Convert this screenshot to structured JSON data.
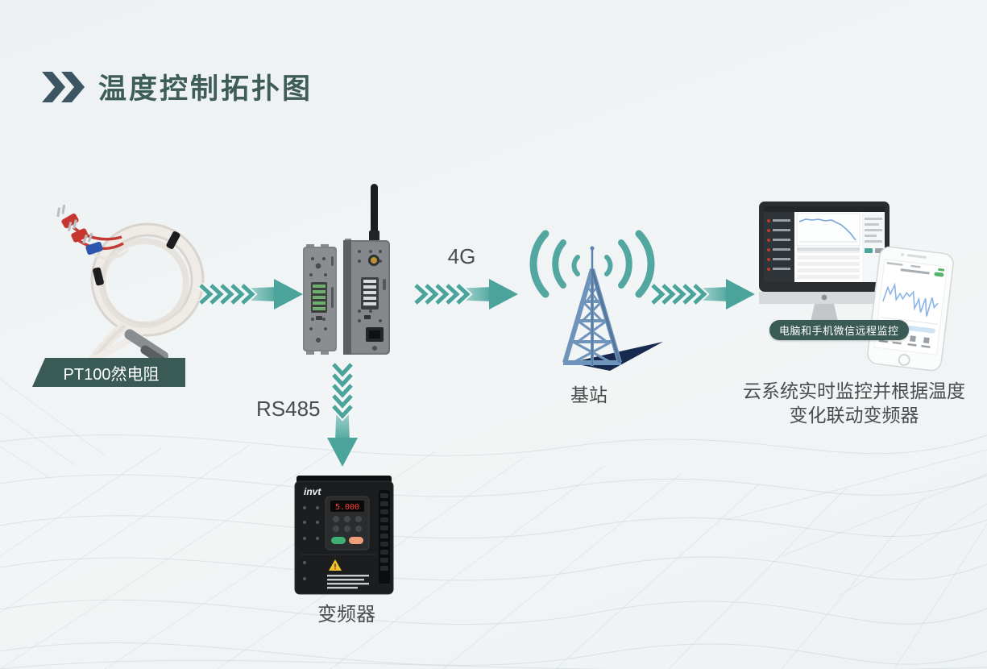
{
  "title": {
    "text": "温度控制拓扑图"
  },
  "flow": {
    "sensor_label": "PT100然电阻",
    "link_4g": "4G",
    "link_rs485": "RS485",
    "base_station_label": "基站",
    "inverter_label": "变频器",
    "monitor_badge": "电脑和手机微信远程监控",
    "caption_line1": "云系统实时监控并根据温度",
    "caption_line2": "变化联动变频器"
  },
  "inverter": {
    "brand": "invt",
    "display_value": "5.000"
  },
  "icons": {
    "title_marker": "double-chevron-right-icon",
    "arrows": "chevron-flow-arrow-icon",
    "base_station": "cell-tower-icon",
    "waves": "radio-waves-icon",
    "sensor": "pt100-sensor-image",
    "gateway": "rtu-gateway-image",
    "monitor": "imac-monitor-image",
    "phone": "iphone-image",
    "inverter": "vfd-inverter-image"
  },
  "colors": {
    "accent_teal": "#4BA49C",
    "dark_teal_label": "#3A5A56",
    "title_green": "#3E5D55",
    "chevron_slate": "#3D5560",
    "text_gray": "#4A4B4D",
    "tower_blue": "#6F94BB",
    "tower_shadow_navy": "#17294E",
    "led_red": "#FF4136"
  }
}
